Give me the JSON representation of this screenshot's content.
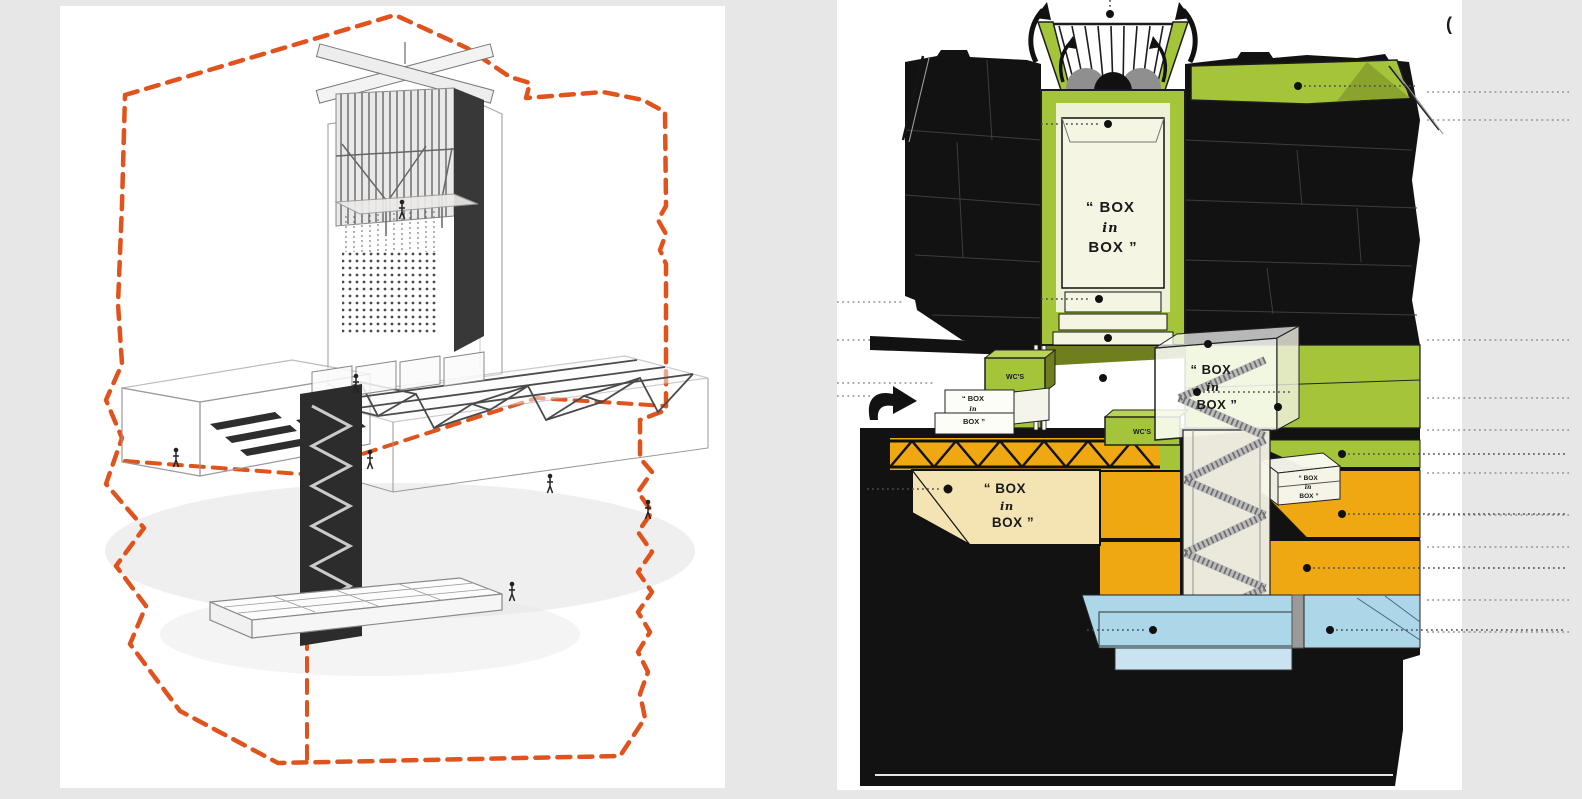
{
  "colors": {
    "page-bg": "#e7e7e7",
    "canvas": "#ffffff",
    "green": "#a4c53a",
    "green-dark": "#6f7f1d",
    "green-mid": "#b9d455",
    "green-pale": "#edf1d6",
    "green-paler": "#f4f6e3",
    "amber": "#f0a812",
    "cream": "#f4e4b4",
    "blue": "#abd7e9",
    "blue-pale": "#c9e4f0",
    "ink": "#121212",
    "dash-orange": "#e0531d",
    "stair": "#bdbdbd"
  },
  "labels": {
    "box_l1": "“ BOX",
    "box_l2": "in",
    "box_l3": "BOX ”",
    "wcs": "WC'S",
    "corner_mark": "("
  },
  "left_drawing": {
    "description": "exploded axonometric of stacked theatre volumes inside a dashed site envelope"
  },
  "right_drawing": {
    "description": "building section with box-in-box volumes, ventilation funnel, stairs and basement levels"
  }
}
